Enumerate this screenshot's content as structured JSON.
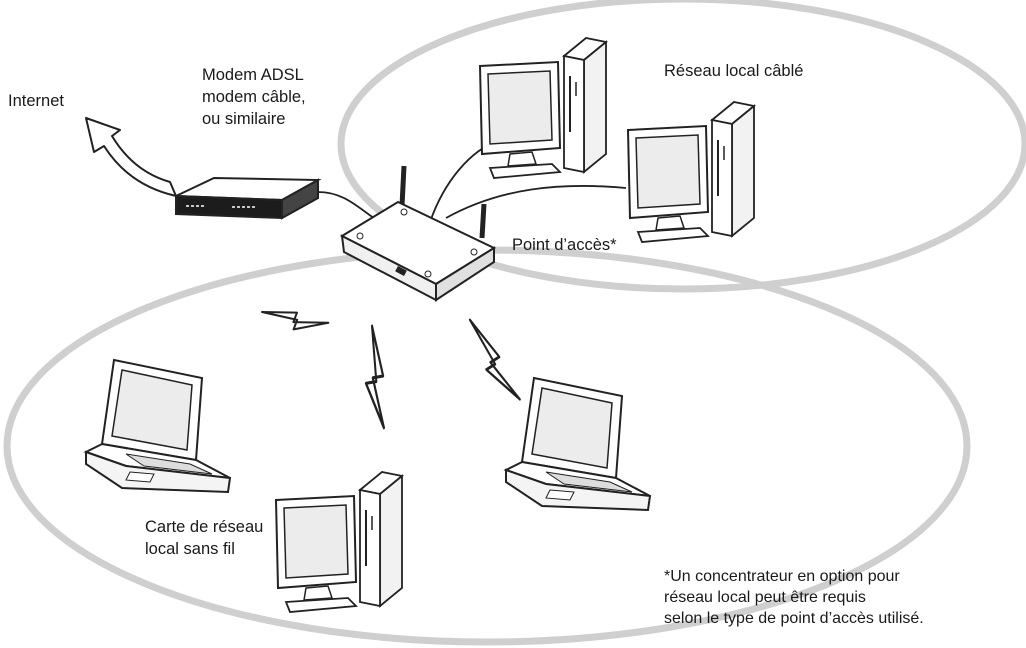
{
  "labels": {
    "internet": "Internet",
    "modem": "Modem ADSL\nmodem câble,\nou similaire",
    "wired_lan": "Réseau local câblé",
    "access_point": "Point d’accès*",
    "wireless_card": "Carte de réseau\nlocal sans fil",
    "footnote": "*Un concentrateur en option pour\nréseau local peut être requis\nselon le type de point d’accès utilisé."
  },
  "colors": {
    "outline": "#222222",
    "zone_ring": "#cfcfcf",
    "device_fill": "#ffffff",
    "screen_fill": "#e9e9e9"
  },
  "icons": [
    "internet-arrow-icon",
    "modem-icon",
    "access-point-icon",
    "desktop-computer-icon",
    "laptop-computer-icon",
    "wireless-signal-icon"
  ]
}
